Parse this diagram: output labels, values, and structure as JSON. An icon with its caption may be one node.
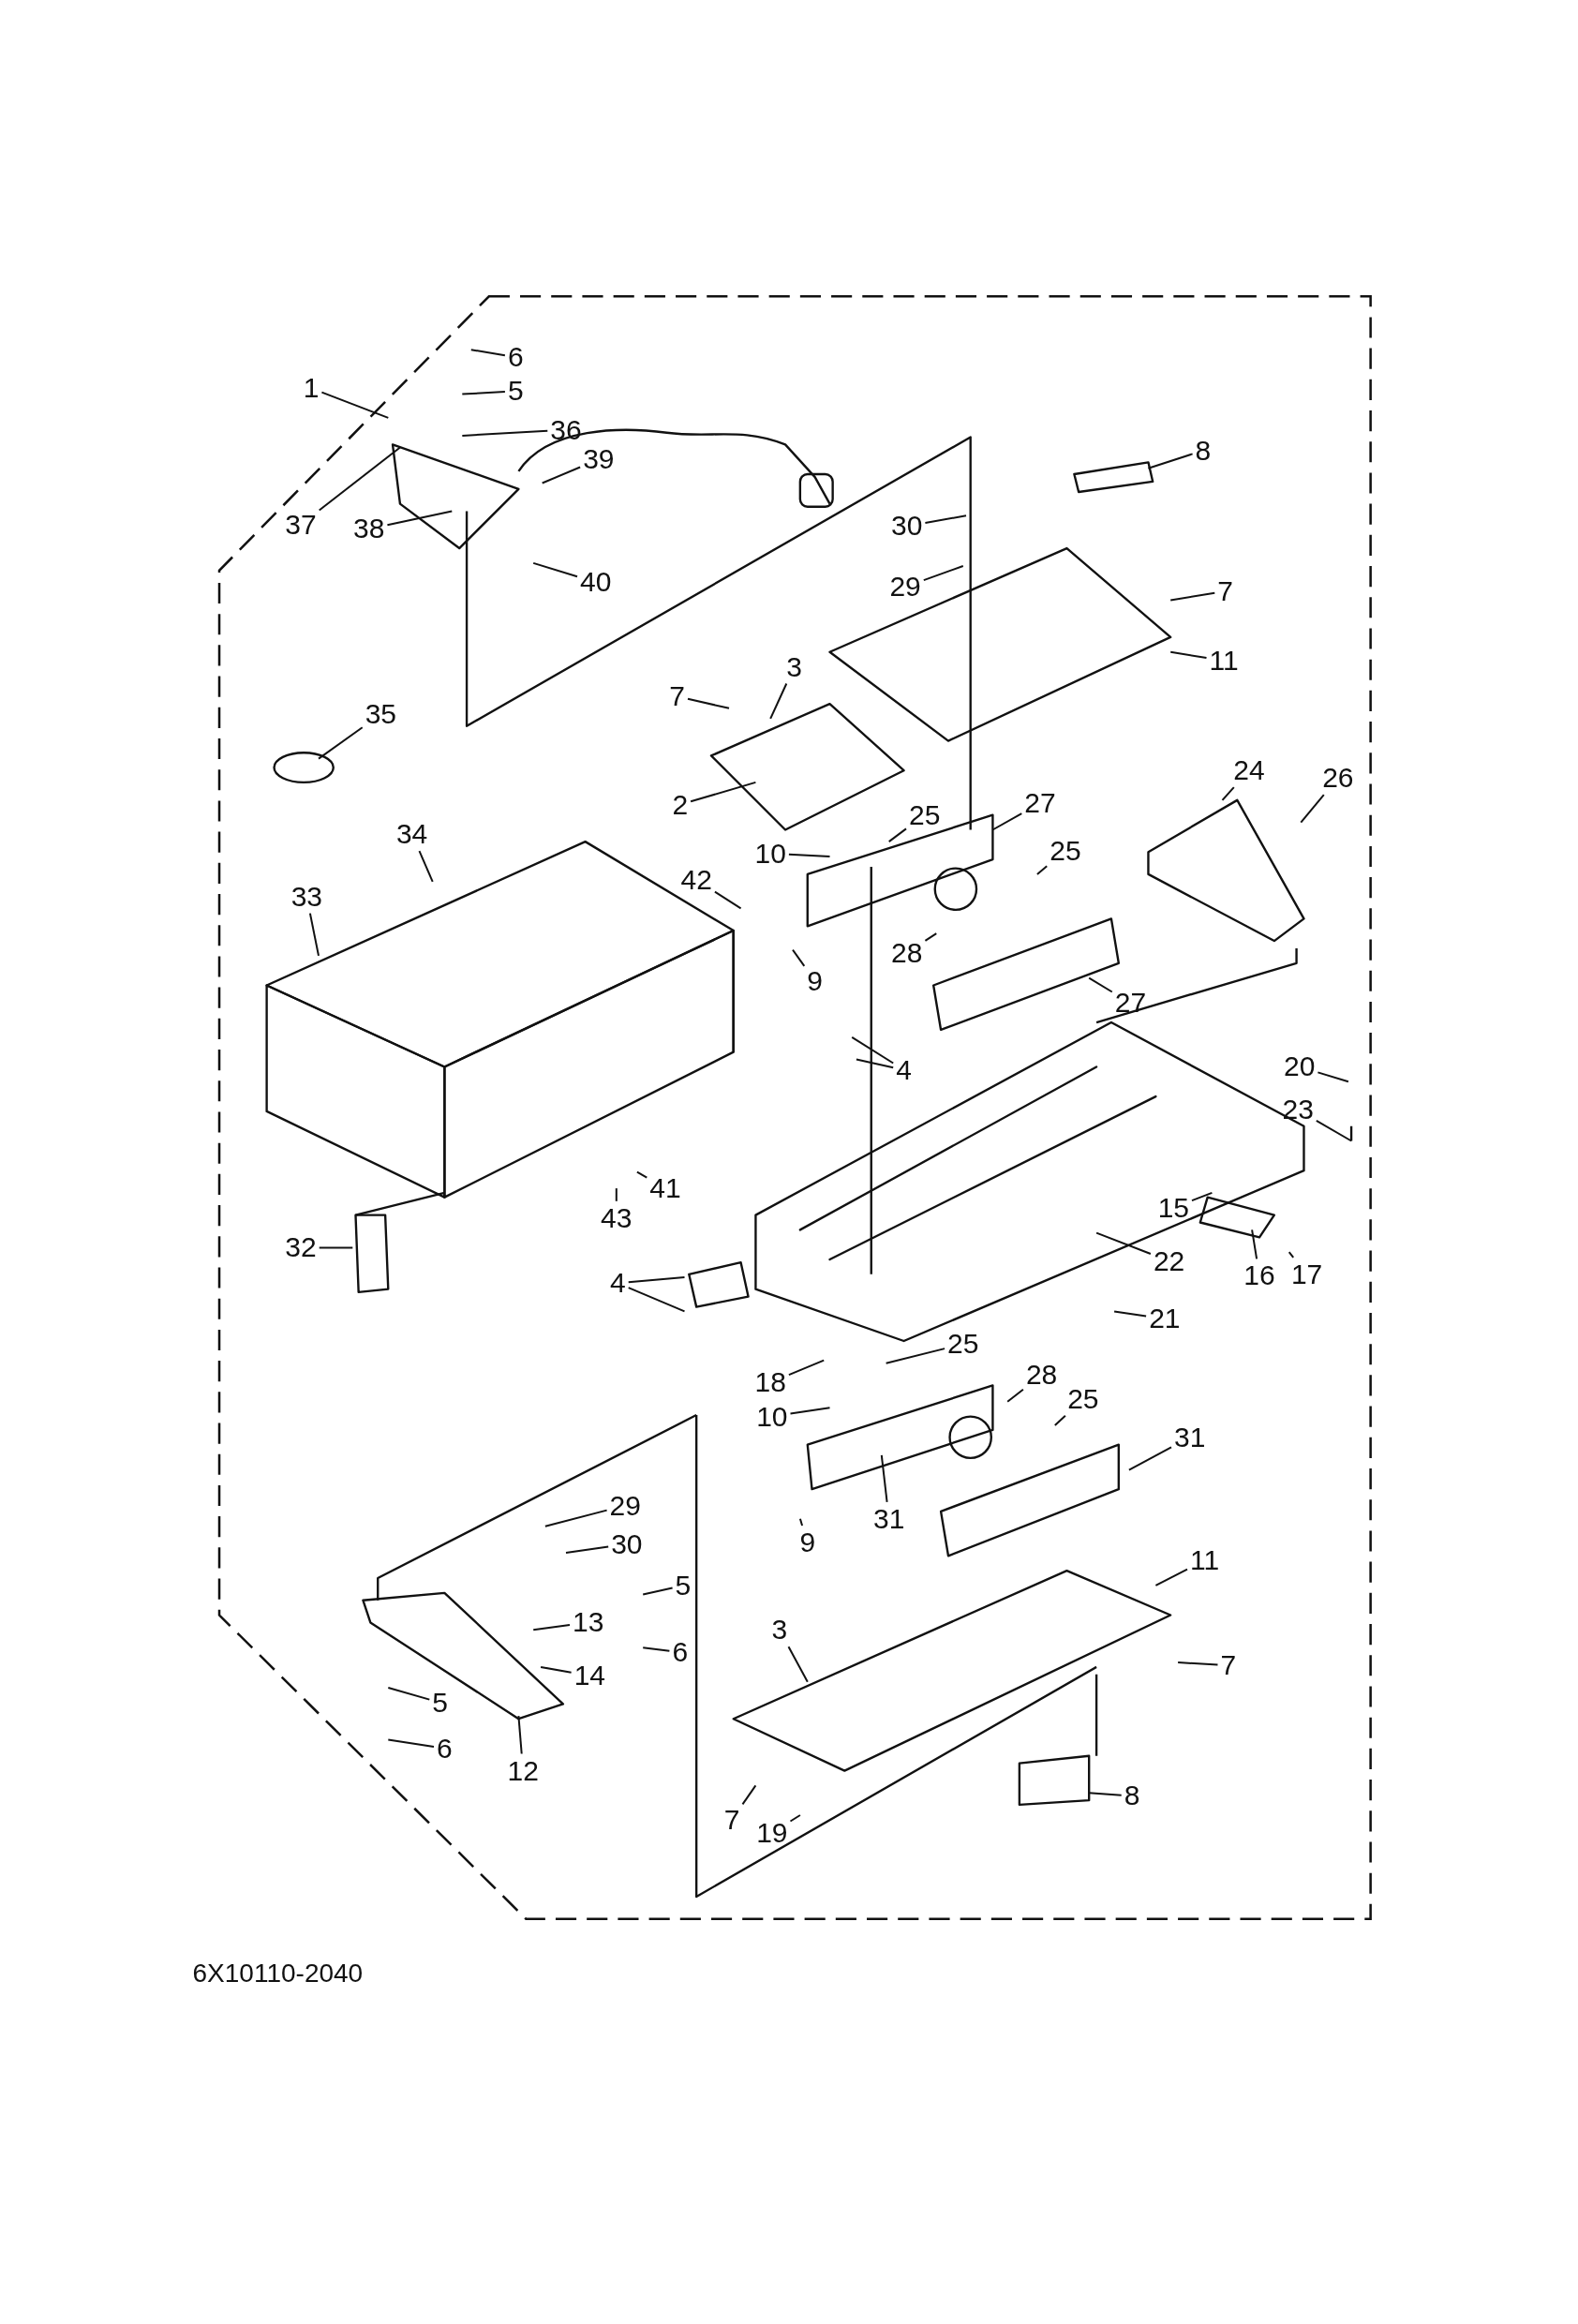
{
  "diagram": {
    "nodes": [
      {
        "text": [
          "1"
        ]
      },
      {
        "text": [
          "6"
        ]
      },
      {
        "text": [
          "5"
        ]
      },
      {
        "text": [
          "36"
        ]
      },
      {
        "text": [
          "39"
        ]
      },
      {
        "text": [
          "8"
        ]
      },
      {
        "text": [
          "37"
        ]
      },
      {
        "text": [
          "38"
        ]
      },
      {
        "text": [
          "30"
        ]
      },
      {
        "text": [
          "40"
        ]
      },
      {
        "text": [
          "29"
        ]
      },
      {
        "text": [
          "7"
        ]
      },
      {
        "text": [
          "11"
        ]
      },
      {
        "text": [
          "3"
        ]
      },
      {
        "text": [
          "7"
        ]
      },
      {
        "text": [
          "35"
        ]
      },
      {
        "text": [
          "24"
        ]
      },
      {
        "text": [
          "26"
        ]
      },
      {
        "text": [
          "2"
        ]
      },
      {
        "text": [
          "25"
        ]
      },
      {
        "text": [
          "27"
        ]
      },
      {
        "text": [
          "34"
        ]
      },
      {
        "text": [
          "10"
        ]
      },
      {
        "text": [
          "25"
        ]
      },
      {
        "text": [
          "33"
        ]
      },
      {
        "text": [
          "42"
        ]
      },
      {
        "text": [
          "9"
        ]
      },
      {
        "text": [
          "28"
        ]
      },
      {
        "text": [
          "27"
        ]
      },
      {
        "text": [
          "4"
        ]
      },
      {
        "text": [
          "20"
        ]
      },
      {
        "text": [
          "23"
        ]
      },
      {
        "text": [
          "43"
        ]
      },
      {
        "text": [
          "41"
        ]
      },
      {
        "text": [
          "15"
        ]
      },
      {
        "text": [
          "16"
        ]
      },
      {
        "text": [
          "17"
        ]
      },
      {
        "text": [
          "22"
        ]
      },
      {
        "text": [
          "32"
        ]
      },
      {
        "text": [
          "4"
        ]
      },
      {
        "text": [
          "21"
        ]
      },
      {
        "text": [
          "25"
        ]
      },
      {
        "text": [
          "18"
        ]
      },
      {
        "text": [
          "28"
        ]
      },
      {
        "text": [
          "10"
        ]
      },
      {
        "text": [
          "25"
        ]
      },
      {
        "text": [
          "31"
        ]
      },
      {
        "text": [
          "29"
        ]
      },
      {
        "text": [
          "9"
        ]
      },
      {
        "text": [
          "31"
        ]
      },
      {
        "text": [
          "30"
        ]
      },
      {
        "text": [
          "5"
        ]
      },
      {
        "text": [
          "11"
        ]
      },
      {
        "text": [
          "13"
        ]
      },
      {
        "text": [
          "6"
        ]
      },
      {
        "text": [
          "14"
        ]
      },
      {
        "text": [
          "3"
        ]
      },
      {
        "text": [
          "7"
        ]
      },
      {
        "text": [
          "5"
        ]
      },
      {
        "text": [
          "6"
        ]
      },
      {
        "text": [
          "12"
        ]
      },
      {
        "text": [
          "8"
        ]
      },
      {
        "text": [
          "7"
        ]
      },
      {
        "text": [
          "19"
        ]
      }
    ],
    "edges": [
      {
        "from": 0,
        "to": null,
        "arrow": "none"
      },
      {
        "from": 1,
        "to": null,
        "arrow": "none"
      },
      {
        "from": 2,
        "to": null,
        "arrow": "none"
      },
      {
        "from": 3,
        "to": null,
        "arrow": "none"
      },
      {
        "from": 4,
        "to": null,
        "arrow": "none"
      },
      {
        "from": 5,
        "to": null,
        "arrow": "none"
      },
      {
        "from": 6,
        "to": null,
        "arrow": "none"
      },
      {
        "from": 7,
        "to": null,
        "arrow": "none"
      },
      {
        "from": 8,
        "to": null,
        "arrow": "none"
      },
      {
        "from": 9,
        "to": null,
        "arrow": "none"
      },
      {
        "from": 10,
        "to": null,
        "arrow": "none"
      },
      {
        "from": 11,
        "to": null,
        "arrow": "none"
      },
      {
        "from": 12,
        "to": null,
        "arrow": "none"
      },
      {
        "from": 13,
        "to": null,
        "arrow": "none"
      },
      {
        "from": 14,
        "to": null,
        "arrow": "none"
      },
      {
        "from": 15,
        "to": null,
        "arrow": "none"
      },
      {
        "from": 16,
        "to": null,
        "arrow": "none"
      },
      {
        "from": 17,
        "to": null,
        "arrow": "none"
      },
      {
        "from": 18,
        "to": null,
        "arrow": "none"
      },
      {
        "from": 19,
        "to": null,
        "arrow": "none"
      },
      {
        "from": 20,
        "to": null,
        "arrow": "none"
      },
      {
        "from": 21,
        "to": null,
        "arrow": "none"
      },
      {
        "from": 22,
        "to": null,
        "arrow": "none"
      },
      {
        "from": 23,
        "to": null,
        "arrow": "none"
      },
      {
        "from": 24,
        "to": null,
        "arrow": "none"
      },
      {
        "from": 25,
        "to": null,
        "arrow": "none"
      },
      {
        "from": 26,
        "to": null,
        "arrow": "none"
      },
      {
        "from": 27,
        "to": null,
        "arrow": "none"
      },
      {
        "from": 28,
        "to": null,
        "arrow": "none"
      },
      {
        "from": 29,
        "to": null,
        "arrow": "none"
      },
      {
        "from": 29,
        "to": null,
        "arrow": "none"
      },
      {
        "from": 30,
        "to": null,
        "arrow": "none"
      },
      {
        "from": 31,
        "to": null,
        "arrow": "none"
      },
      {
        "from": 32,
        "to": null,
        "arrow": "none"
      },
      {
        "from": 33,
        "to": null,
        "arrow": "none"
      },
      {
        "from": 34,
        "to": null,
        "arrow": "none"
      },
      {
        "from": 35,
        "to": null,
        "arrow": "none"
      },
      {
        "from": 36,
        "to": null,
        "arrow": "none"
      },
      {
        "from": 37,
        "to": null,
        "arrow": "none"
      },
      {
        "from": 38,
        "to": null,
        "arrow": "none"
      },
      {
        "from": 39,
        "to": null,
        "arrow": "none"
      },
      {
        "from": 39,
        "to": null,
        "arrow": "none"
      },
      {
        "from": 40,
        "to": null,
        "arrow": "none"
      },
      {
        "from": 41,
        "to": null,
        "arrow": "none"
      },
      {
        "from": 42,
        "to": null,
        "arrow": "none"
      },
      {
        "from": 43,
        "to": null,
        "arrow": "none"
      },
      {
        "from": 44,
        "to": null,
        "arrow": "none"
      },
      {
        "from": 45,
        "to": null,
        "arrow": "none"
      },
      {
        "from": 46,
        "to": null,
        "arrow": "none"
      },
      {
        "from": 47,
        "to": null,
        "arrow": "none"
      },
      {
        "from": 48,
        "to": null,
        "arrow": "none"
      },
      {
        "from": 49,
        "to": null,
        "arrow": "none"
      },
      {
        "from": 50,
        "to": null,
        "arrow": "none"
      },
      {
        "from": 51,
        "to": null,
        "arrow": "none"
      },
      {
        "from": 52,
        "to": null,
        "arrow": "none"
      },
      {
        "from": 53,
        "to": null,
        "arrow": "none"
      },
      {
        "from": 54,
        "to": null,
        "arrow": "none"
      },
      {
        "from": 55,
        "to": null,
        "arrow": "none"
      },
      {
        "from": 56,
        "to": null,
        "arrow": "none"
      },
      {
        "from": 57,
        "to": null,
        "arrow": "none"
      },
      {
        "from": 58,
        "to": null,
        "arrow": "none"
      },
      {
        "from": 59,
        "to": null,
        "arrow": "none"
      },
      {
        "from": 60,
        "to": null,
        "arrow": "none"
      },
      {
        "from": 61,
        "to": null,
        "arrow": "none"
      },
      {
        "from": 62,
        "to": null,
        "arrow": "none"
      },
      {
        "from": 63,
        "to": null,
        "arrow": "none"
      }
    ],
    "labels": [
      "6X10110-2040"
    ]
  }
}
